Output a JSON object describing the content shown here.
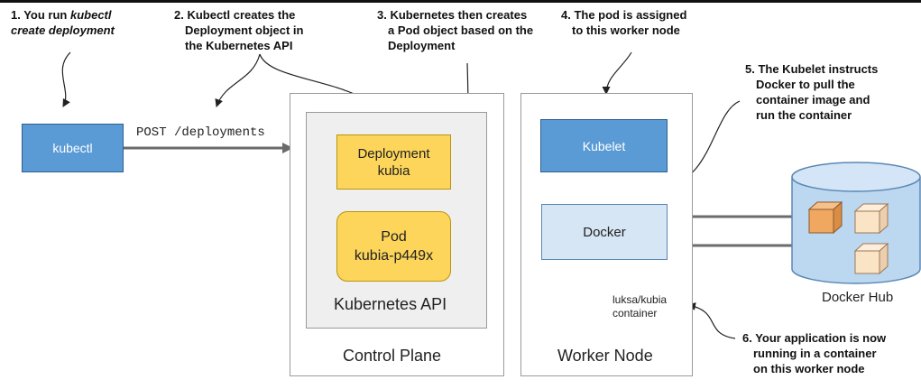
{
  "steps": {
    "s1_line1_prefix": "1. You run ",
    "s1_line1_em": "kubectl",
    "s1_line2": "create deployment",
    "s2_line1": "2. Kubectl creates the",
    "s2_line2": "Deployment object in",
    "s2_line3": "the Kubernetes API",
    "s3_line1": "3. Kubernetes then creates",
    "s3_line2": "a Pod object based on the",
    "s3_line3": "Deployment",
    "s4_line1": "4. The pod is assigned",
    "s4_line2": "to this worker node",
    "s5_line1": "5. The Kubelet instructs",
    "s5_line2": "Docker to pull the",
    "s5_line3": "container image and",
    "s5_line4": "run the container",
    "s6_line1": "6. Your application is now",
    "s6_line2": "running in a container",
    "s6_line3": "on this worker node"
  },
  "nodes": {
    "kubectl": "kubectl",
    "post_request": "POST /deployments",
    "deployment_line1": "Deployment",
    "deployment_line2": "kubia",
    "pod_line1": "Pod",
    "pod_line2": "kubia-p449x",
    "kubernetes_api": "Kubernetes API",
    "control_plane": "Control Plane",
    "kubelet": "Kubelet",
    "docker": "Docker",
    "container_line1": "luksa/kubia",
    "container_line2": "container",
    "worker_node": "Worker Node",
    "docker_hub": "Docker Hub"
  },
  "colors": {
    "blue_box": "#5b9bd5",
    "light_blue_box": "#d6e6f4",
    "yellow_box": "#fcd55a",
    "orange_cube": "#f0a860",
    "cream_cube": "#fbe3c6",
    "cylinder": "#bcd7f0",
    "container_brown": "#c7956a"
  }
}
